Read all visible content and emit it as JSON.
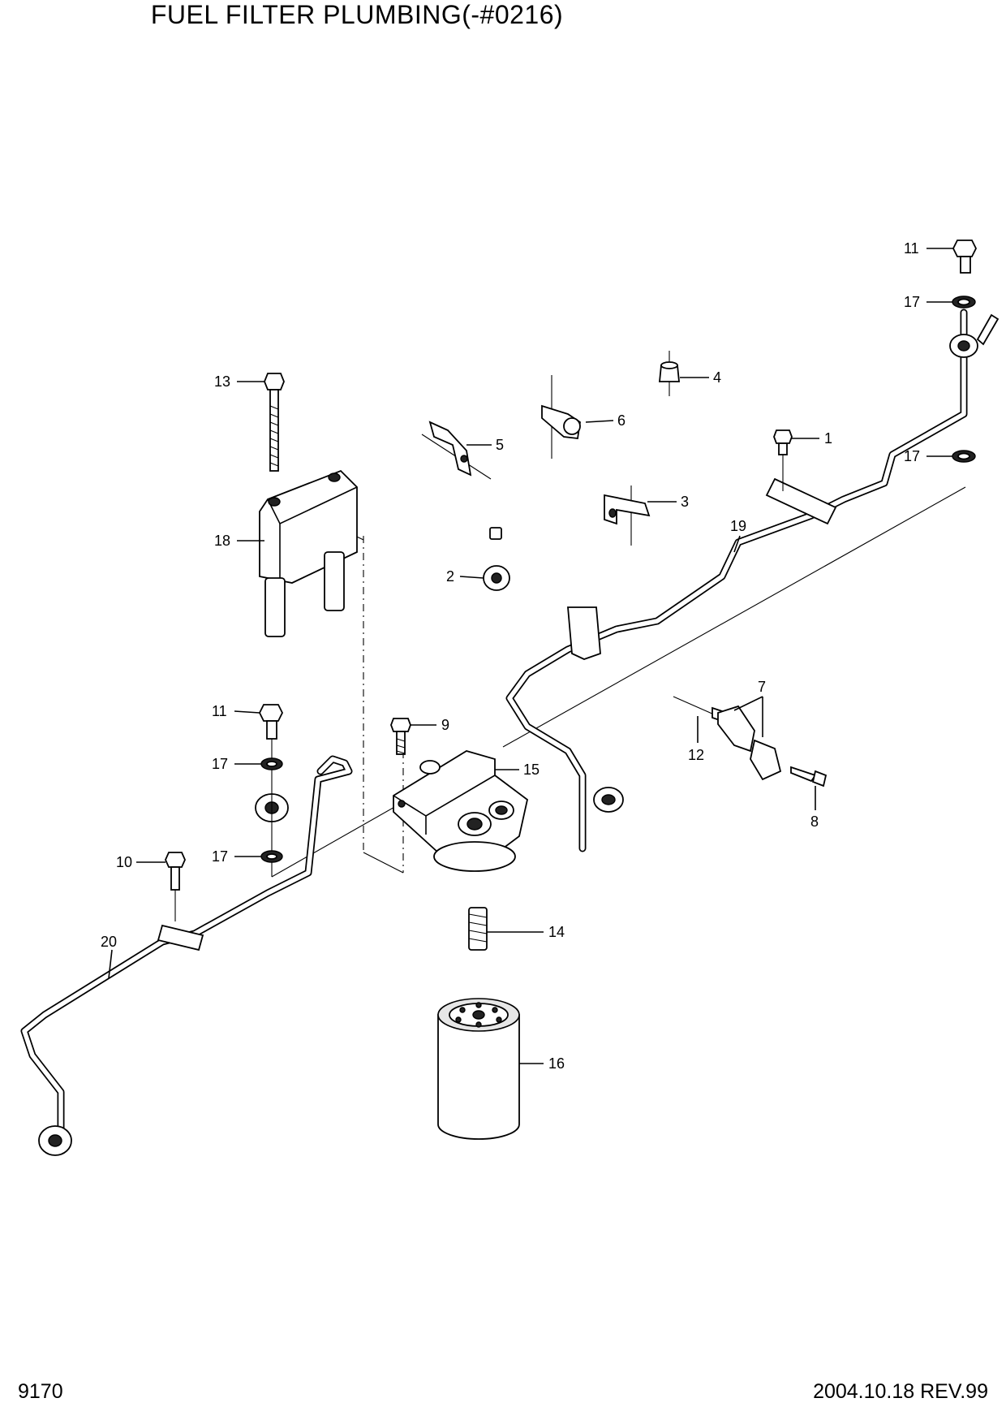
{
  "header": {
    "title": "FUEL FILTER PLUMBING(-#0216)"
  },
  "footer": {
    "page_number": "9170",
    "revision": "2004.10.18 REV.99"
  },
  "callouts": [
    {
      "id": "c1",
      "label": "1"
    },
    {
      "id": "c2",
      "label": "2"
    },
    {
      "id": "c3",
      "label": "3"
    },
    {
      "id": "c4",
      "label": "4"
    },
    {
      "id": "c5",
      "label": "5"
    },
    {
      "id": "c6",
      "label": "6"
    },
    {
      "id": "c7",
      "label": "7"
    },
    {
      "id": "c8",
      "label": "8"
    },
    {
      "id": "c9",
      "label": "9"
    },
    {
      "id": "c10",
      "label": "10"
    },
    {
      "id": "c11a",
      "label": "11"
    },
    {
      "id": "c11b",
      "label": "11"
    },
    {
      "id": "c12",
      "label": "12"
    },
    {
      "id": "c13",
      "label": "13"
    },
    {
      "id": "c14",
      "label": "14"
    },
    {
      "id": "c15",
      "label": "15"
    },
    {
      "id": "c16",
      "label": "16"
    },
    {
      "id": "c17a",
      "label": "17"
    },
    {
      "id": "c17b",
      "label": "17"
    },
    {
      "id": "c17c",
      "label": "17"
    },
    {
      "id": "c17d",
      "label": "17"
    },
    {
      "id": "c18",
      "label": "18"
    },
    {
      "id": "c19",
      "label": "19"
    },
    {
      "id": "c20",
      "label": "20"
    }
  ]
}
